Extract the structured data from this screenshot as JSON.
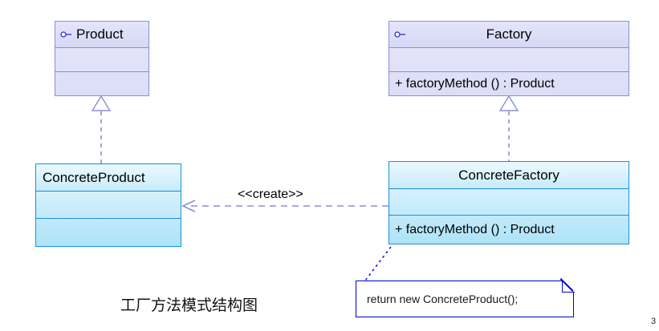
{
  "diagram": {
    "caption": "工厂方法模式结构图",
    "corner_mark": "3",
    "colors": {
      "abstract_fill": "#dcddf7",
      "abstract_stroke": "#8a8ed8",
      "concrete_fill": "#aee3f8",
      "concrete_stroke": "#1a8fe0",
      "relation_stroke": "#8a8ed8",
      "note_stroke": "#0000d0"
    },
    "classes": [
      {
        "id": "product",
        "name": "Product",
        "stereotype_icon": "interface-icon",
        "title_align": "left",
        "attributes": [],
        "operations": []
      },
      {
        "id": "factory",
        "name": "Factory",
        "stereotype_icon": "interface-icon",
        "title_align": "center",
        "attributes": [],
        "operations": [
          "+ factoryMethod () : Product"
        ]
      },
      {
        "id": "concrete-product",
        "name": "ConcreteProduct",
        "stereotype_icon": "",
        "title_align": "left",
        "attributes": [],
        "operations": []
      },
      {
        "id": "concrete-factory",
        "name": "ConcreteFactory",
        "stereotype_icon": "",
        "title_align": "center",
        "attributes": [],
        "operations": [
          "+ factoryMethod () : Product"
        ]
      }
    ],
    "relations": [
      {
        "id": "realize-product",
        "type": "realization",
        "from": "ConcreteProduct",
        "to": "Product",
        "label": ""
      },
      {
        "id": "realize-factory",
        "type": "realization",
        "from": "ConcreteFactory",
        "to": "Factory",
        "label": ""
      },
      {
        "id": "create-dependency",
        "type": "dependency",
        "from": "ConcreteFactory",
        "to": "ConcreteProduct",
        "label": "<<create>>"
      }
    ],
    "note": {
      "id": "note-return",
      "text": "return new ConcreteProduct();",
      "anchored_to": "ConcreteFactory"
    }
  }
}
